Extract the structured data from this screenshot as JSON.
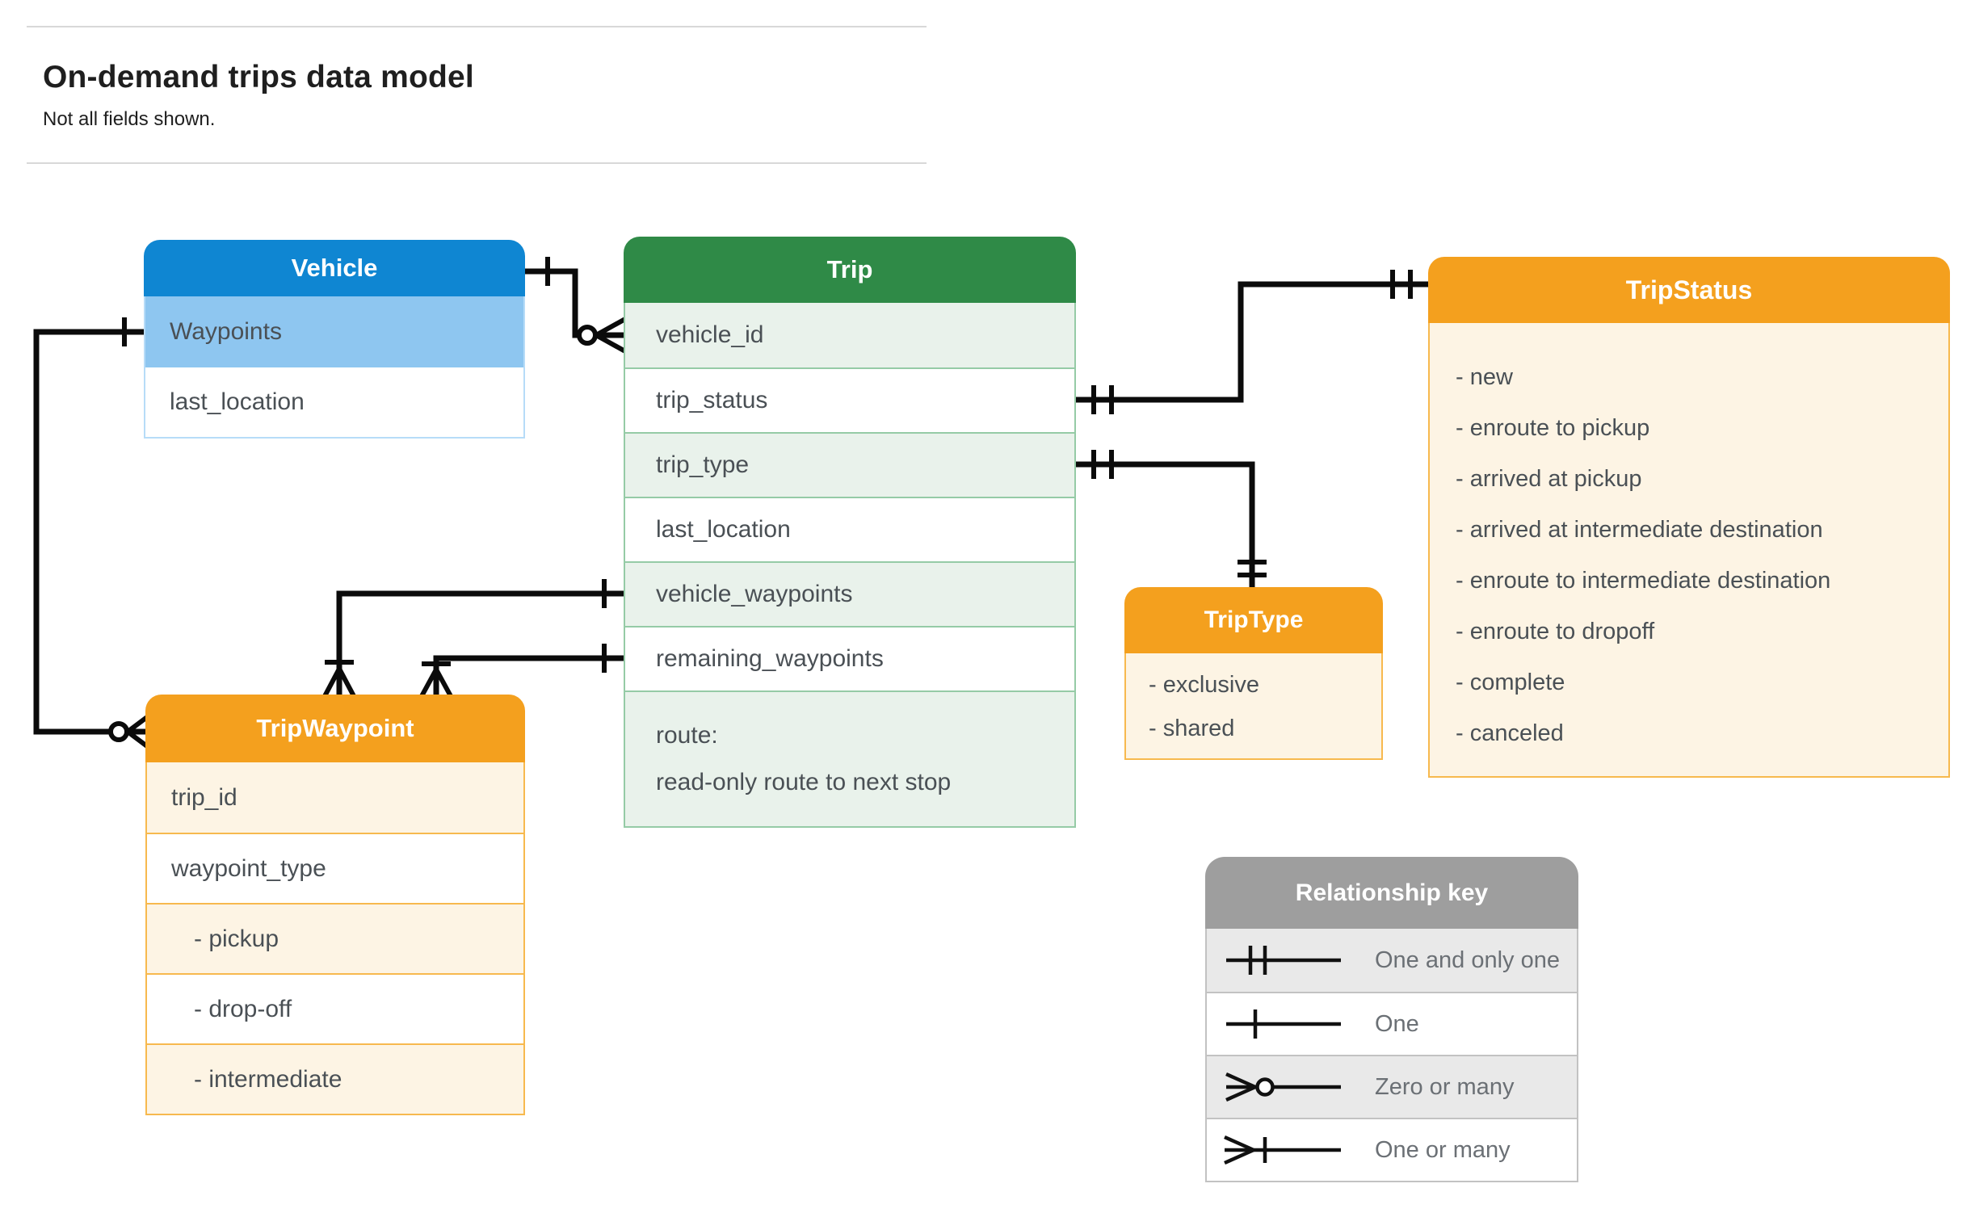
{
  "header": {
    "title": "On-demand trips data model",
    "subtitle": "Not all fields shown."
  },
  "entities": {
    "vehicle": {
      "title": "Vehicle",
      "fields": [
        "Waypoints",
        "last_location"
      ]
    },
    "trip": {
      "title": "Trip",
      "fields": [
        "vehicle_id",
        "trip_status",
        "trip_type",
        "last_location",
        "vehicle_waypoints",
        "remaining_waypoints"
      ],
      "route_label": "route:",
      "route_desc": "read-only route to next stop"
    },
    "tripstatus": {
      "title": "TripStatus",
      "values": [
        "- new",
        "- enroute to pickup",
        "- arrived at pickup",
        "- arrived at intermediate destination",
        "- enroute to intermediate destination",
        "- enroute to dropoff",
        "- complete",
        "- canceled"
      ]
    },
    "triptype": {
      "title": "TripType",
      "values": [
        "- exclusive",
        "- shared"
      ]
    },
    "tripwaypoint": {
      "title": "TripWaypoint",
      "fields": [
        "trip_id",
        "waypoint_type"
      ],
      "values": [
        "- pickup",
        "- drop-off",
        "- intermediate"
      ]
    }
  },
  "legend": {
    "title": "Relationship key",
    "items": [
      {
        "icon": "one-and-only-one-icon",
        "label": "One and only one"
      },
      {
        "icon": "one-icon",
        "label": "One"
      },
      {
        "icon": "zero-or-many-icon",
        "label": "Zero or many"
      },
      {
        "icon": "one-or-many-icon",
        "label": "One or many"
      }
    ]
  },
  "colors": {
    "blue": "#0F86D2",
    "blue-light": "#8EC6F0",
    "blue-border": "#B7DCF8",
    "green": "#2F8A47",
    "green-light": "#E9F2EB",
    "green-border": "#95CBA6",
    "orange": "#F4A01E",
    "orange-light": "#FDF4E4",
    "orange-border": "#F7B94E",
    "gray": "#9E9E9E",
    "gray-light": "#E9E9E9",
    "gray-border": "#C2C2C2",
    "line": "#0B0B0B",
    "text": "#4A5055",
    "title-text": "#1F1F1F"
  }
}
